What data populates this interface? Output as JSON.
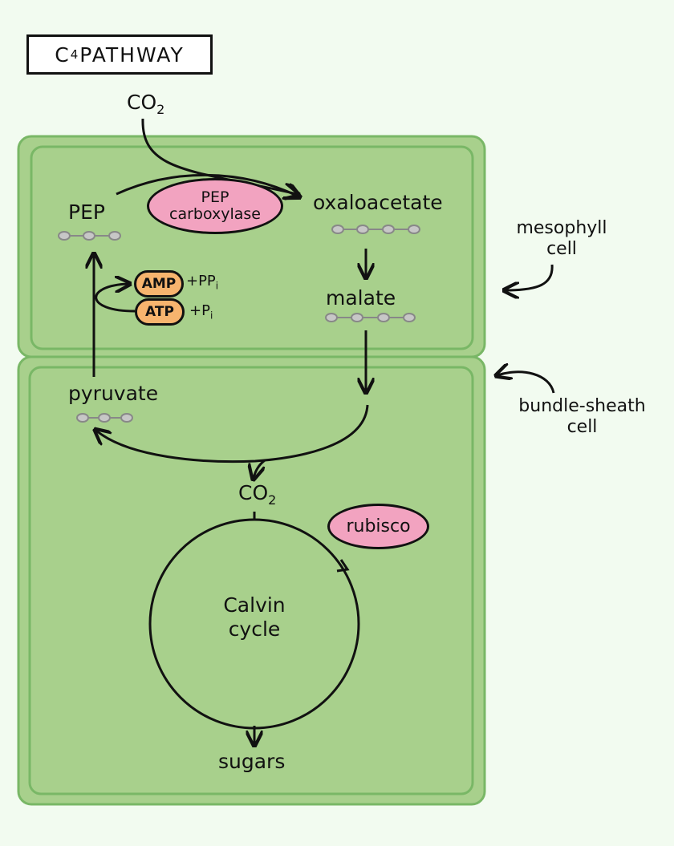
{
  "title": {
    "prefix": "C",
    "sub": "4",
    "suffix": " PATHWAY"
  },
  "co2_top": {
    "main": "CO",
    "sub": "2"
  },
  "co2_bottom": {
    "main": "CO",
    "sub": "2"
  },
  "molecules": {
    "pep": "PEP",
    "oxaloacetate": "oxaloacetate",
    "malate": "malate",
    "pyruvate": "pyruvate",
    "sugars": "sugars"
  },
  "enzymes": {
    "pep_carboxylase": [
      "PEP",
      "carboxylase"
    ],
    "rubisco": "rubisco"
  },
  "cofactors": {
    "amp": "AMP",
    "amp_product": {
      "main": "+PP",
      "sub": "i"
    },
    "atp": "ATP",
    "atp_product": {
      "main": "+P",
      "sub": "i"
    }
  },
  "calvin_cycle": [
    "Calvin",
    "cycle"
  ],
  "cell_labels": {
    "mesophyll": [
      "mesophyll",
      "cell"
    ],
    "bundle_sheath": [
      "bundle-sheath",
      "cell"
    ]
  },
  "colors": {
    "cell_fill": "#a8d08c",
    "cell_border": "#79b766",
    "enzyme_fill": "#f2a3c0",
    "cofactor_fill": "#f7b46e",
    "carbon_bead": "#c7c7c7",
    "background": "#f2fbf0"
  }
}
